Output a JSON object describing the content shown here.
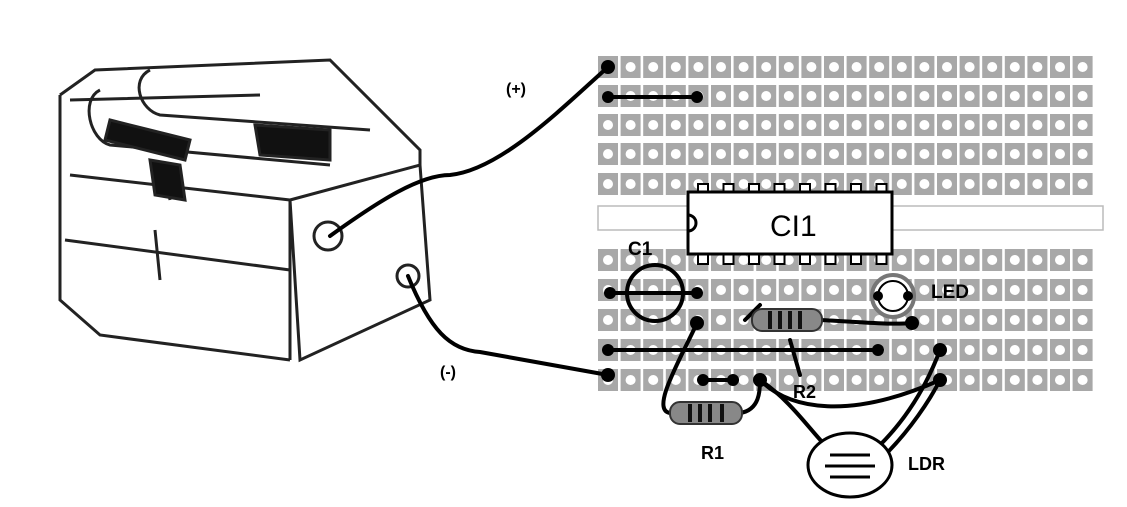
{
  "labels": {
    "positive": "(+)",
    "negative": "(-)",
    "capacitor": "C1",
    "ic": "CI1",
    "led": "LED",
    "r2": "R2",
    "r1": "R1",
    "ldr": "LDR"
  },
  "colors": {
    "board_pad": "#a8a8a8",
    "wire": "#000000",
    "background": "#ffffff"
  }
}
